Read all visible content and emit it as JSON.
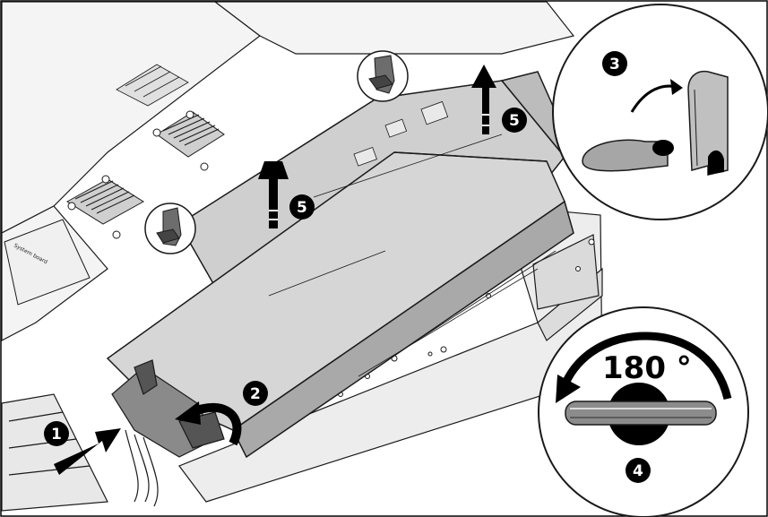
{
  "steps": {
    "one": "1",
    "two": "2",
    "three": "3",
    "four": "4",
    "five_a": "5",
    "five_b": "5"
  },
  "rotation_label": "180 °",
  "board_label": "System board",
  "colors": {
    "outline": "#1a1a1a",
    "riser_fill": "#d9d9d9",
    "chassis_fill": "#f2f2f2",
    "dark_gray": "#7a7a7a",
    "callout_black": "#000000"
  },
  "icons": [
    "arrow-up-icon",
    "arrow-right-icon",
    "curved-arrow-icon",
    "rotate-arrow-icon",
    "latch-icon"
  ]
}
